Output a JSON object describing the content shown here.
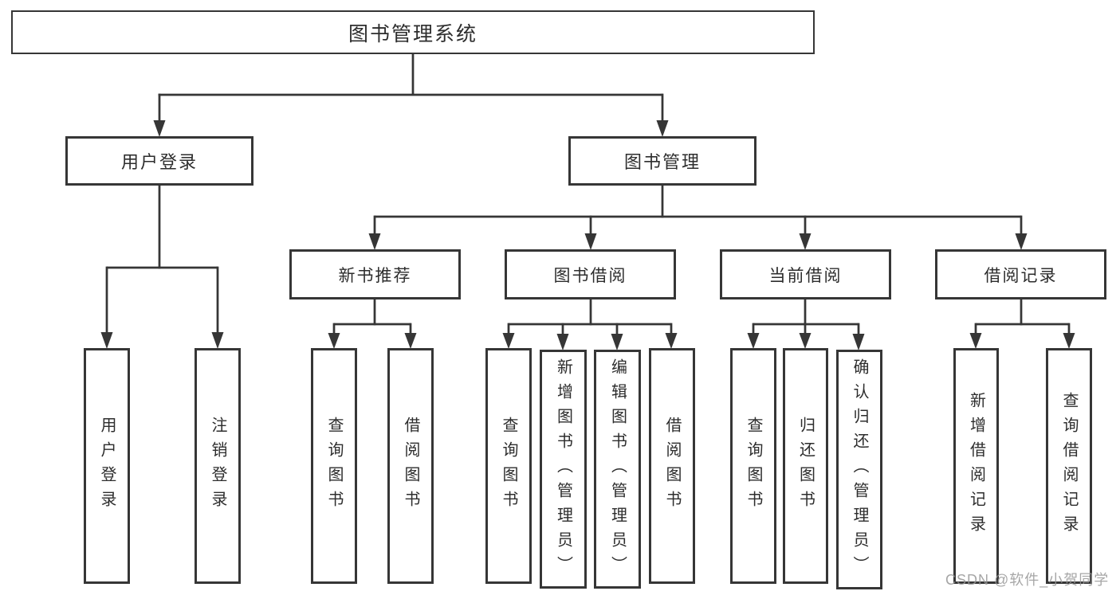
{
  "diagram": {
    "root": {
      "label": "图书管理系统"
    },
    "level2": [
      {
        "label": "用户登录"
      },
      {
        "label": "图书管理"
      }
    ],
    "level3": [
      {
        "label": "新书推荐"
      },
      {
        "label": "图书借阅"
      },
      {
        "label": "当前借阅"
      },
      {
        "label": "借阅记录"
      }
    ],
    "leaves": [
      {
        "label": "用户登录"
      },
      {
        "label": "注销登录"
      },
      {
        "label": "查询图书"
      },
      {
        "label": "借阅图书"
      },
      {
        "label": "查询图书"
      },
      {
        "label": "新增图书（管理员）"
      },
      {
        "label": "编辑图书（管理员）"
      },
      {
        "label": "借阅图书"
      },
      {
        "label": "查询图书"
      },
      {
        "label": "归还图书"
      },
      {
        "label": "确认归还（管理员）"
      },
      {
        "label": "新增借阅记录"
      },
      {
        "label": "查询借阅记录"
      }
    ],
    "watermark": {
      "text": "CSDN @软件_小贺同学"
    },
    "colors": {
      "line": "#363636",
      "border": "#363636",
      "text": "#2d2d2d",
      "watermark": "#969696",
      "background": "#ffffff"
    }
  }
}
